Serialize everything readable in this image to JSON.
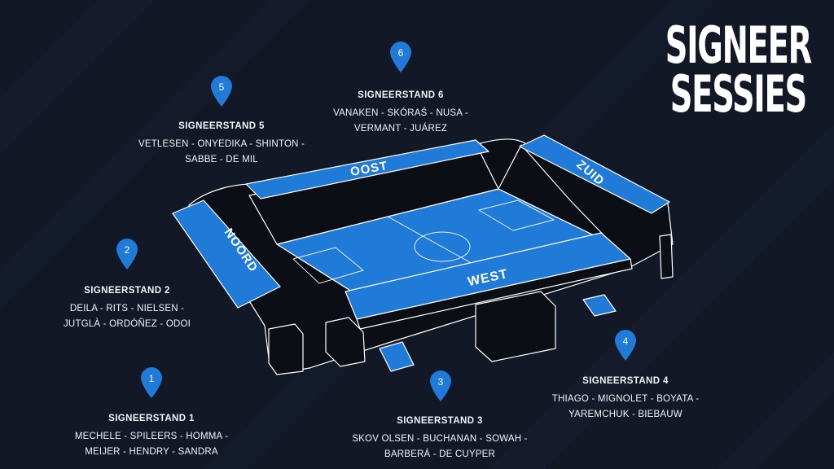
{
  "title": {
    "line1": "SIGNEER",
    "line2": "SESSIES"
  },
  "colors": {
    "background": "#121826",
    "accent": "#1f7ad8",
    "outline": "#ffffff",
    "dark": "#0b0e15"
  },
  "stadium": {
    "stands": {
      "oost": "OOST",
      "west": "WEST",
      "noord": "NOORD",
      "zuid": "ZUID"
    }
  },
  "signing_stands": [
    {
      "number": "1",
      "title": "SIGNEERSTAND 1",
      "line1": "MECHELE - SPILEERS - HOMMA -",
      "line2": "MEIJER - HENDRY - SANDRA"
    },
    {
      "number": "2",
      "title": "SIGNEERSTAND 2",
      "line1": "DEILA - RITS - NIELSEN -",
      "line2": "JUTGLÀ - ORDÓÑEZ - ODOI"
    },
    {
      "number": "3",
      "title": "SIGNEERSTAND 3",
      "line1": "SKOV OLSEN - BUCHANAN - SOWAH -",
      "line2": "BARBERÁ - DE CUYPER"
    },
    {
      "number": "4",
      "title": "SIGNEERSTAND 4",
      "line1": "THIAGO - MIGNOLET - BOYATA -",
      "line2": "YAREMCHUK - BIEBAUW"
    },
    {
      "number": "5",
      "title": "SIGNEERSTAND 5",
      "line1": "VETLESEN - ONYEDIKA - SHINTON -",
      "line2": "SABBE - DE MIL"
    },
    {
      "number": "6",
      "title": "SIGNEERSTAND 6",
      "line1": "VANAKEN - SKÓRAŚ - NUSA -",
      "line2": "VERMANT - JUÁREZ"
    }
  ]
}
